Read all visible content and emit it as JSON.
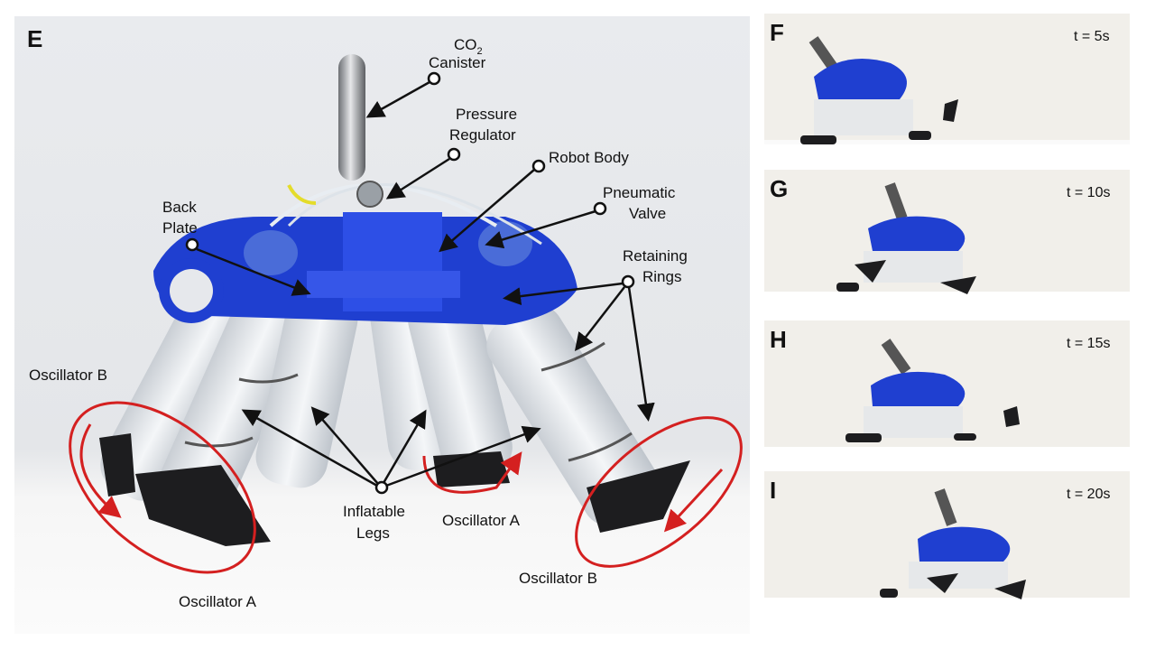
{
  "panel_e": {
    "letter": "E",
    "labels": {
      "co2_line1": "CO",
      "co2_sub": "2",
      "co2_line2": "Canister",
      "pressure_line1": "Pressure",
      "pressure_line2": "Regulator",
      "robot_body": "Robot Body",
      "pneumatic_line1": "Pneumatic",
      "pneumatic_line2": "Valve",
      "back_line1": "Back",
      "back_line2": "Plate",
      "retaining_line1": "Retaining",
      "retaining_line2": "Rings",
      "legs_line1": "Inflatable",
      "legs_line2": "Legs",
      "osc_b_left": "Oscillator B",
      "osc_a_bottom": "Oscillator A",
      "osc_a_mid": "Oscillator A",
      "osc_b_right": "Oscillator B"
    }
  },
  "frames": [
    {
      "letter": "F",
      "time": "t = 5s"
    },
    {
      "letter": "G",
      "time": "t = 10s"
    },
    {
      "letter": "H",
      "time": "t = 15s"
    },
    {
      "letter": "I",
      "time": "t = 20s"
    }
  ],
  "colors": {
    "body_blue": "#1f3fd0",
    "arrow_red": "#d42020",
    "background": "#eceef0"
  }
}
